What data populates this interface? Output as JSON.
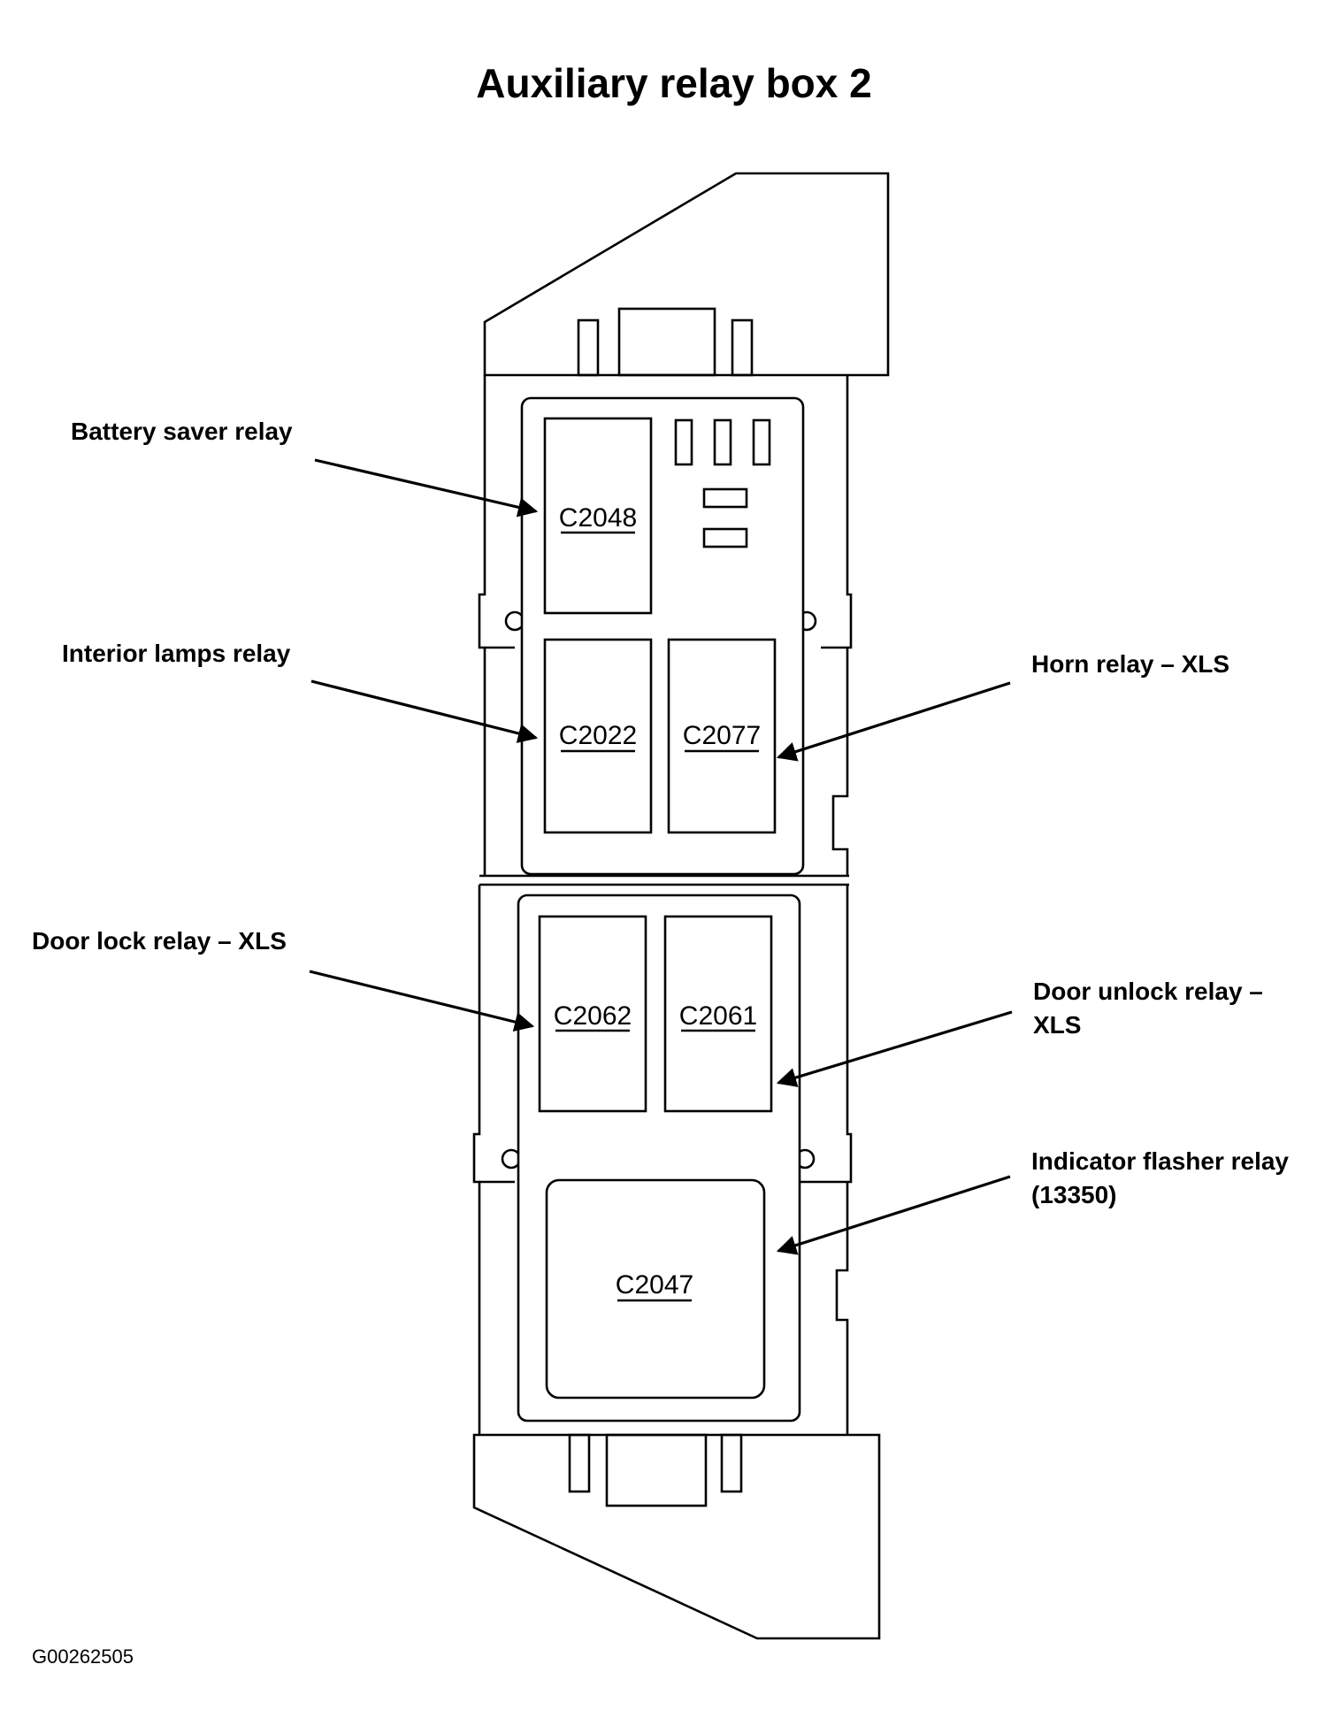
{
  "title": "Auxiliary relay box 2",
  "figure_code": "G00262505",
  "callouts": {
    "battery_saver": "Battery saver relay",
    "interior_lamps": "Interior lamps relay",
    "horn_line1": "Horn relay – XLS",
    "door_lock": "Door lock relay – XLS",
    "door_unlock_line1": "Door unlock relay –",
    "door_unlock_line2": "XLS",
    "flasher_line1": "Indicator flasher relay",
    "flasher_line2": "(13350)"
  },
  "connectors": {
    "c2048": "C2048",
    "c2022": "C2022",
    "c2077": "C2077",
    "c2062": "C2062",
    "c2061": "C2061",
    "c2047": "C2047"
  }
}
